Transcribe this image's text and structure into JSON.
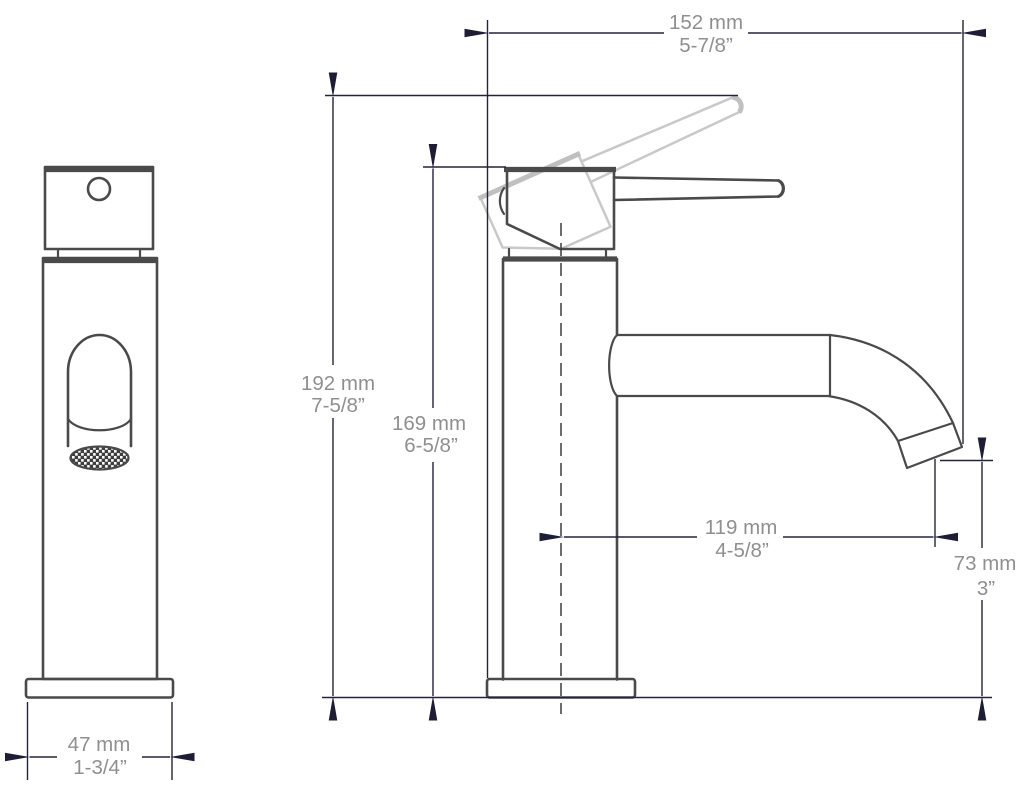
{
  "dimensions": {
    "overall_width": {
      "mm": "152 mm",
      "inches": "5-7/8”"
    },
    "overall_height": {
      "mm": "192 mm",
      "inches": "7-5/8”"
    },
    "spout_height": {
      "mm": "169 mm",
      "inches": "6-5/8”"
    },
    "spout_reach": {
      "mm": "119 mm",
      "inches": "4-5/8”"
    },
    "spout_to_base": {
      "mm": "73 mm",
      "inches": "3”"
    },
    "base_width": {
      "mm": "47 mm",
      "inches": "1-3/4”"
    }
  },
  "colors": {
    "outline": "#4a4a4a",
    "ghost_outline": "#c9c9c9",
    "dimension_line": "#23233b",
    "arrowhead": "#1d1d35",
    "label_text": "#8f8f8f"
  }
}
